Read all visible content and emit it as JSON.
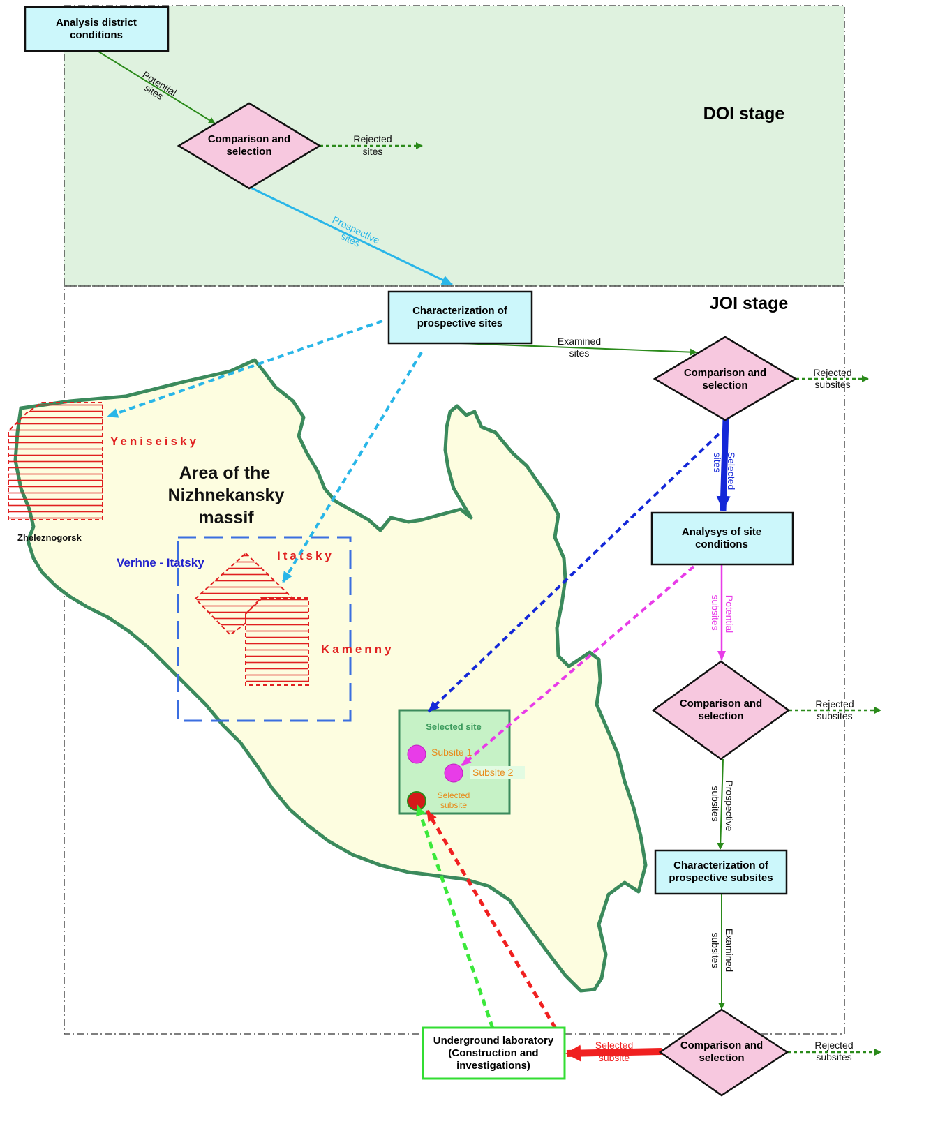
{
  "stages": {
    "doi": "DOI stage",
    "joi": "JOI stage"
  },
  "boxes": {
    "analysis_district": [
      "Analysis district",
      "conditions"
    ],
    "char_sites": [
      "Characterization of",
      "prospective sites"
    ],
    "analysis_site": [
      "Analysys of site",
      "conditions"
    ],
    "char_subsites": [
      "Characterization of",
      "prospective subsites"
    ],
    "underground_lab": [
      "Underground laboratory",
      "(Construction and",
      "investigations)"
    ]
  },
  "diamonds": {
    "d1": [
      "Comparison and",
      "selection"
    ],
    "d2": [
      "Comparison and",
      "selection"
    ],
    "d3": [
      "Comparison and",
      "selection"
    ],
    "d4": [
      "Comparison and",
      "selection"
    ]
  },
  "arrow_labels": {
    "potential_sites": [
      "Potential",
      "sites"
    ],
    "rejected_sites": [
      "Rejected",
      "sites"
    ],
    "prospective_sites": [
      "Prospective",
      "sites"
    ],
    "examined_sites": [
      "Examined",
      "sites"
    ],
    "rejected_subsites_1": [
      "Rejected",
      "subsites"
    ],
    "selected_sites": [
      "Selected",
      "sites"
    ],
    "potential_subsites": [
      "Potential",
      "subsites"
    ],
    "rejected_subsites_2": [
      "Rejected",
      "subsites"
    ],
    "prospective_subsites": [
      "Prospective",
      "subsites"
    ],
    "examined_subsites": [
      "Examined",
      "subsites"
    ],
    "selected_subsite": [
      "Selected",
      "subsite"
    ],
    "rejected_subsites_3": [
      "Rejected",
      "subsites"
    ]
  },
  "map": {
    "area_title": [
      "Area of the",
      "Nizhnekansky",
      "massif"
    ],
    "yeniseisky": "Yeniseisky",
    "zheleznogorsk": "Zheleznogorsk",
    "verhne_itatsky": "Verhne - Itatsky",
    "itatsky": "Itatsky",
    "kamenny": "Kamenny",
    "selected_site": "Selected site",
    "subsite1": "Subsite 1",
    "subsite2": "Subsite 2",
    "selected_subsite": [
      "Selected",
      "subsite"
    ]
  },
  "colors": {
    "doi_fill": "#dff2df",
    "box_fill": "#ccf7fb",
    "diamond_fill": "#f7c8df",
    "map_fill": "#fdfde0",
    "map_outline": "#3b8a5c",
    "hatch_red": "#e02020",
    "flow_green": "#2a8a1a",
    "cyan_arrow": "#29b6e8",
    "blue_arrow": "#1428d8",
    "magenta_arrow": "#e83ce8",
    "red_arrow": "#f02020",
    "lime_arrow": "#3be83b",
    "lab_border": "#33dd33",
    "selected_site_fill": "#c6f2c6"
  }
}
